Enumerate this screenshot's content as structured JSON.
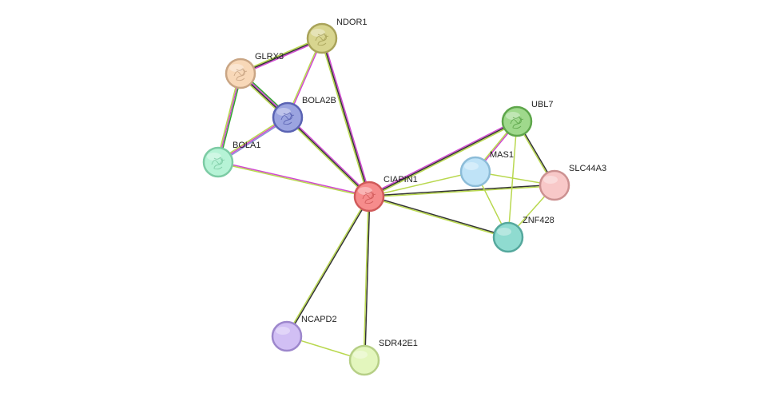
{
  "network": {
    "nodes": [
      {
        "id": "NDOR1",
        "label": "NDOR1",
        "fill": "#d8d58f",
        "stroke": "#a9a35a",
        "structure": true
      },
      {
        "id": "GLRX3",
        "label": "GLRX3",
        "fill": "#f8d8b8",
        "stroke": "#c9a584",
        "structure": true
      },
      {
        "id": "BOLA2B",
        "label": "BOLA2B",
        "fill": "#9ba4e0",
        "stroke": "#5a63b3",
        "structure": true
      },
      {
        "id": "BOLA1",
        "label": "BOLA1",
        "fill": "#b6f3d6",
        "stroke": "#7ccba4",
        "structure": true
      },
      {
        "id": "CIAPIN1",
        "label": "CIAPIN1",
        "fill": "#f68c8c",
        "stroke": "#d05a5a",
        "structure": true
      },
      {
        "id": "UBL7",
        "label": "UBL7",
        "fill": "#9fd98c",
        "stroke": "#5ea64b",
        "structure": true
      },
      {
        "id": "MAS1",
        "label": "MAS1",
        "fill": "#bfe3f7",
        "stroke": "#8cbcd8",
        "structure": false
      },
      {
        "id": "SLC44A3",
        "label": "SLC44A3",
        "fill": "#f8c8c8",
        "stroke": "#cc9191",
        "structure": false
      },
      {
        "id": "ZNF428",
        "label": "ZNF428",
        "fill": "#8fdbd0",
        "stroke": "#55a89d",
        "structure": false
      },
      {
        "id": "NCAPD2",
        "label": "NCAPD2",
        "fill": "#d1bff4",
        "stroke": "#9d87cc",
        "structure": false
      },
      {
        "id": "SDR42E1",
        "label": "SDR42E1",
        "fill": "#e3f6bd",
        "stroke": "#b6cf86",
        "structure": false
      }
    ],
    "edges": [
      {
        "source": "NDOR1",
        "target": "GLRX3",
        "colors": [
          "#d047d0",
          "#333333",
          "#b9d84f"
        ]
      },
      {
        "source": "NDOR1",
        "target": "BOLA2B",
        "colors": [
          "#d047d0",
          "#b9d84f"
        ]
      },
      {
        "source": "NDOR1",
        "target": "CIAPIN1",
        "colors": [
          "#d047d0",
          "#333333",
          "#b9d84f"
        ]
      },
      {
        "source": "GLRX3",
        "target": "BOLA2B",
        "colors": [
          "#2ea52e",
          "#d047d0",
          "#333333",
          "#b9d84f"
        ]
      },
      {
        "source": "GLRX3",
        "target": "BOLA1",
        "colors": [
          "#2ea52e",
          "#d047d0",
          "#b9d84f"
        ]
      },
      {
        "source": "BOLA2B",
        "target": "BOLA1",
        "colors": [
          "#8891d8",
          "#d047d0",
          "#b9d84f"
        ]
      },
      {
        "source": "BOLA2B",
        "target": "CIAPIN1",
        "colors": [
          "#d047d0",
          "#333333",
          "#b9d84f"
        ]
      },
      {
        "source": "BOLA1",
        "target": "CIAPIN1",
        "colors": [
          "#d047d0",
          "#b9d84f"
        ]
      },
      {
        "source": "CIAPIN1",
        "target": "UBL7",
        "colors": [
          "#d047d0",
          "#333333",
          "#b9d84f"
        ]
      },
      {
        "source": "CIAPIN1",
        "target": "MAS1",
        "colors": [
          "#b9d84f"
        ]
      },
      {
        "source": "CIAPIN1",
        "target": "SLC44A3",
        "colors": [
          "#333333",
          "#b9d84f"
        ]
      },
      {
        "source": "CIAPIN1",
        "target": "ZNF428",
        "colors": [
          "#333333",
          "#b9d84f"
        ]
      },
      {
        "source": "CIAPIN1",
        "target": "NCAPD2",
        "colors": [
          "#333333",
          "#b9d84f"
        ]
      },
      {
        "source": "CIAPIN1",
        "target": "SDR42E1",
        "colors": [
          "#333333",
          "#b9d84f"
        ]
      },
      {
        "source": "UBL7",
        "target": "MAS1",
        "colors": [
          "#d047d0",
          "#b9d84f"
        ]
      },
      {
        "source": "UBL7",
        "target": "SLC44A3",
        "colors": [
          "#333333",
          "#b9d84f"
        ]
      },
      {
        "source": "UBL7",
        "target": "ZNF428",
        "colors": [
          "#b9d84f"
        ]
      },
      {
        "source": "MAS1",
        "target": "SLC44A3",
        "colors": [
          "#b9d84f"
        ]
      },
      {
        "source": "MAS1",
        "target": "ZNF428",
        "colors": [
          "#b9d84f"
        ]
      },
      {
        "source": "SLC44A3",
        "target": "ZNF428",
        "colors": [
          "#b9d84f"
        ]
      },
      {
        "source": "NCAPD2",
        "target": "SDR42E1",
        "colors": [
          "#b9d84f"
        ]
      }
    ]
  }
}
